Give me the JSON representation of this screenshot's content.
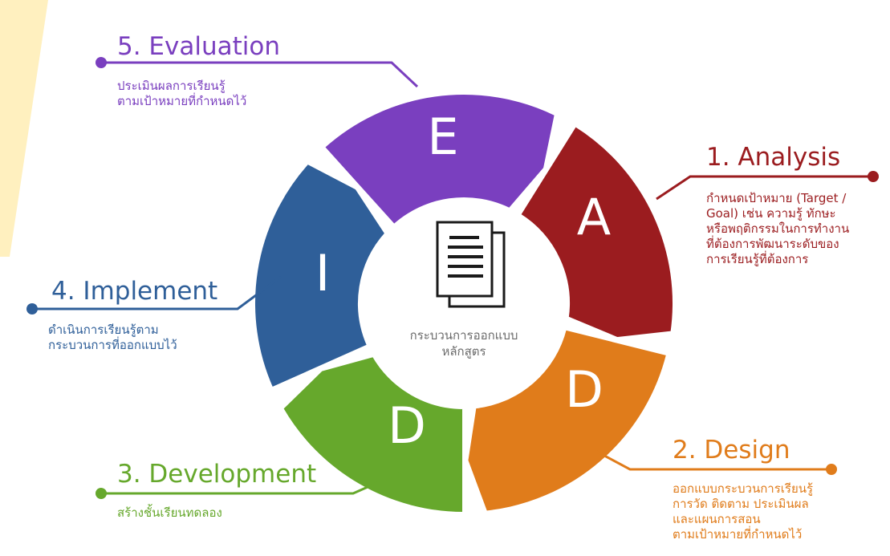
{
  "colors": {
    "analysis": "#9b1c1f",
    "design": "#e07c1b",
    "development": "#66a82c",
    "implement": "#2f5f99",
    "evaluation": "#7a3fbf",
    "highlight": "#fff0bf"
  },
  "center": {
    "icon": "document-icon",
    "label": "กระบวนการออกแบบ\nหลักสูตร"
  },
  "segments": [
    {
      "key": "analysis",
      "letter": "A"
    },
    {
      "key": "design",
      "letter": "D"
    },
    {
      "key": "development",
      "letter": "D"
    },
    {
      "key": "implement",
      "letter": "I"
    },
    {
      "key": "evaluation",
      "letter": "E"
    }
  ],
  "steps": {
    "analysis": {
      "title": "1. Analysis",
      "desc": "กำหนดเป้าหมาย (Target /\nGoal) เช่น ความรู้ ทักษะ\nหรือพฤติกรรมในการทำงาน\nที่ต้องการพัฒนาระดับของ\nการเรียนรู้ที่ต้องการ"
    },
    "design": {
      "title": "2. Design",
      "desc": "ออกแบบกระบวนการเรียนรู้\nการวัด ติดตาม ประเมินผล\nและแผนการสอน\nตามเป้าหมายที่กำหนดไว้"
    },
    "development": {
      "title": "3. Development",
      "desc": "สร้างชั้นเรียนทดลอง"
    },
    "implement": {
      "title": "4. Implement",
      "desc": "ดำเนินการเรียนรู้ตาม\nกระบวนการที่ออกแบบไว้"
    },
    "evaluation": {
      "title": "5. Evaluation",
      "desc": "ประเมินผลการเรียนรู้\nตามเป้าหมายที่กำหนดไว้"
    }
  }
}
